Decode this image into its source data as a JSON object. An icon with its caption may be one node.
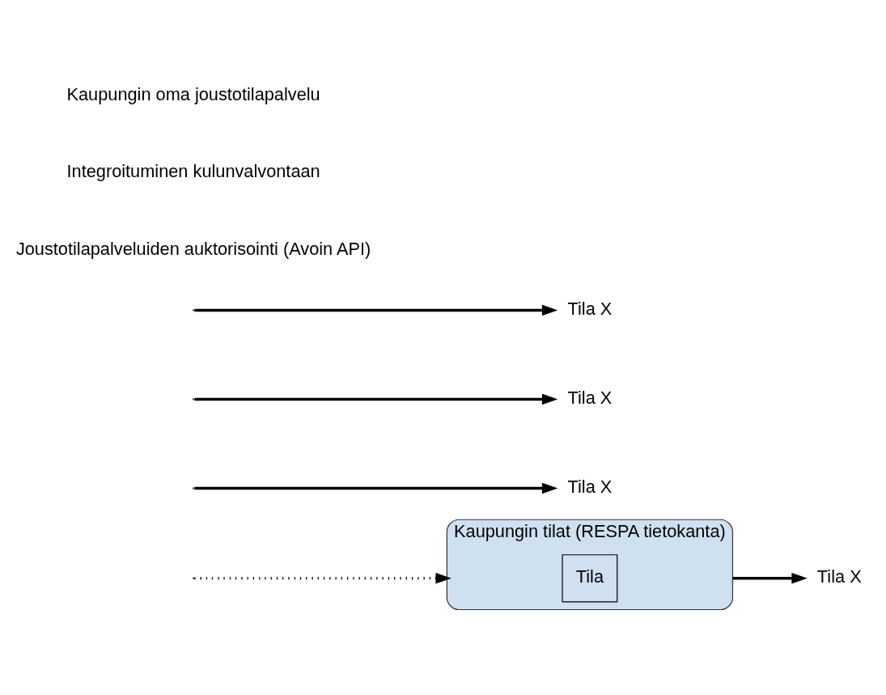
{
  "diagram": {
    "nodes": [
      {
        "text": [
          "Kaupungin tilat (RESPA tietokanta)"
        ]
      },
      {
        "text": [
          "Tila"
        ],
        "in": 0
      },
      {
        "text": [
          "Tila X"
        ]
      },
      {
        "text": [
          "Tila X"
        ]
      },
      {
        "text": [
          "Tila X"
        ]
      },
      {
        "text": [
          "Tila X"
        ]
      }
    ],
    "edges": [
      {
        "from": null,
        "to": 2,
        "arrow": "to"
      },
      {
        "from": null,
        "to": 3,
        "arrow": "to"
      },
      {
        "from": null,
        "to": 4,
        "arrow": "to"
      },
      {
        "from": null,
        "to": 0,
        "arrow": "to",
        "style": "dashed"
      },
      {
        "from": 0,
        "to": 5,
        "arrow": "to"
      }
    ],
    "labels": [
      "Joustotilapalveluiden auktorisointi (Avoin API)",
      "Integroituminen kulunvalvontaan",
      "Kaupungin oma joustotilapalvelu"
    ]
  }
}
